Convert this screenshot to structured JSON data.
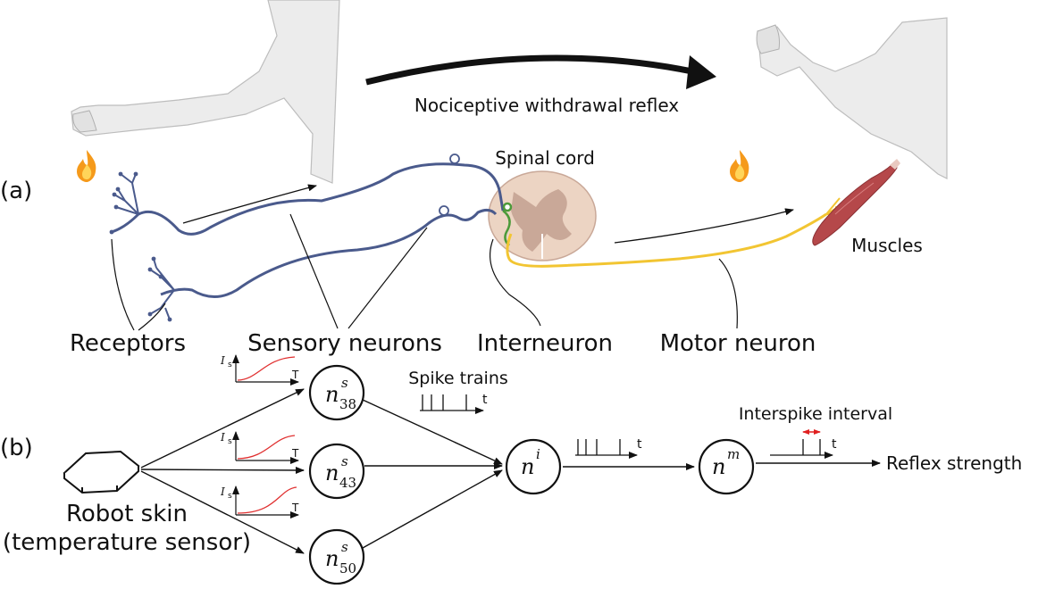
{
  "panel_a": {
    "label": "(a)",
    "reflex_title": "Nociceptive withdrawal reflex",
    "spinal_cord": "Spinal cord",
    "muscles": "Muscles",
    "receptors": "Receptors",
    "sensory_neurons": "Sensory neurons",
    "interneuron": "Interneuron",
    "motor_neuron": "Motor neuron",
    "flame_icon": "flame-icon",
    "colors": {
      "sensory": "#4a5a8c",
      "interneuron": "#4c9a3a",
      "motor": "#f2c532",
      "cord": "#e8cdbb",
      "cord_gray": "#c9a898",
      "muscle": "#b5484a",
      "arm": "#ececec"
    }
  },
  "panel_b": {
    "label": "(b)",
    "skin_line1": "Robot skin",
    "skin_line2": "(temperature sensor)",
    "spike_trains": "Spike trains",
    "interspike": "Interspike interval",
    "reflex_strength": "Reflex strength",
    "axis_t": "t",
    "axis_T": "T",
    "current_label": "I",
    "current_sub": "s",
    "nodes": {
      "s38": {
        "base": "n",
        "sup": "s",
        "sub": "38"
      },
      "s43": {
        "base": "n",
        "sup": "s",
        "sub": "43"
      },
      "s50": {
        "base": "n",
        "sup": "s",
        "sub": "50"
      },
      "inter": {
        "base": "n",
        "sup": "i"
      },
      "motor": {
        "base": "n",
        "sup": "m"
      }
    },
    "colors": {
      "curve": "#e03030",
      "interval": "#e02020"
    }
  }
}
